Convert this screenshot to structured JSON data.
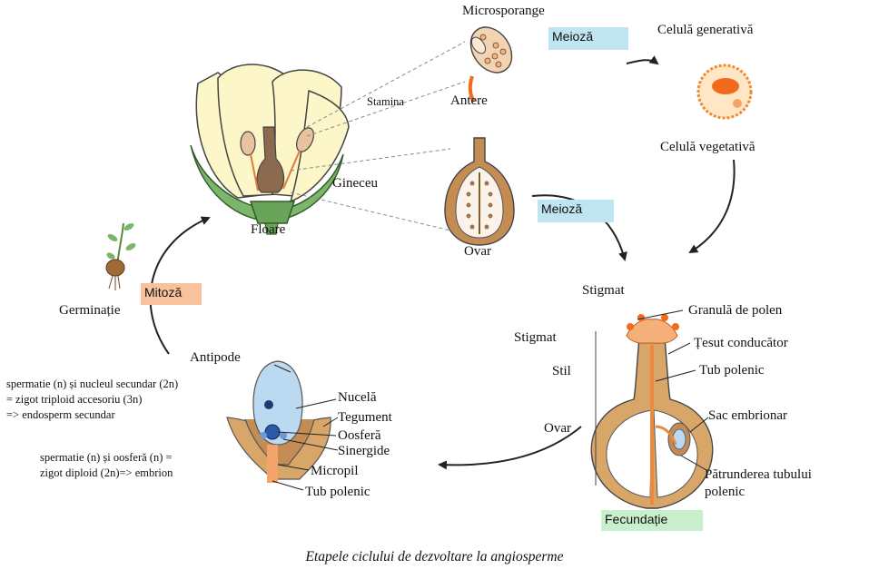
{
  "caption": "Etapele ciclului de dezvoltare la angiosperme",
  "colors": {
    "petal": "#fdf6c8",
    "pollen_orange": "#f26b1d",
    "tissue_brown": "#d9a66a",
    "ovary_fill": "#c38c53",
    "meioza_tag": "#bfe5f0",
    "mitoza_tag": "#f8c29c",
    "fecundatie_tag": "#c8f0cc",
    "embryo_sac_blue": "#bcd9f2"
  },
  "labels": {
    "microsporange": "Microsporange",
    "stamina": "Stamina",
    "antere": "Antere",
    "celula_generativa": "Celulă generativă",
    "celula_vegetativa": "Celulă vegetativă",
    "gineceu": "Gineceu",
    "floare": "Floare",
    "ovar_top": "Ovar",
    "germinatie": "Germinație",
    "stigmat_top": "Stigmat",
    "granula_polen": "Granulă de polen",
    "stigmat_side": "Stigmat",
    "tesut_conducator": "Țesut conducător",
    "stil": "Stil",
    "tub_polenic_right": "Tub polenic",
    "sac_embrionar": "Sac embrionar",
    "ovar_side": "Ovar",
    "patrunderea_1": "Pătrunderea tubului",
    "patrunderea_2": "polenic",
    "antipode": "Antipode",
    "nucela": "Nucelă",
    "tegument": "Tegument",
    "oosfera": "Oosferă",
    "sinergide": "Sinergide",
    "micropil": "Micropil",
    "tub_polenic_left": "Tub polenic"
  },
  "tags": {
    "meioza_1": "Meioză",
    "meioza_2": "Meioză",
    "mitoza": "Mitoză",
    "fecundatie": "Fecundație"
  },
  "notes": {
    "note1_line1": "spermatie (n) și nucleul secundar (2n)",
    "note1_line2": "= zigot triploid accesoriu (3n)",
    "note1_line3": "=> endosperm secundar",
    "note2_line1": "spermatie (n) și oosferă (n) =",
    "note2_line2": "zigot diploid (2n)=> embrion"
  }
}
